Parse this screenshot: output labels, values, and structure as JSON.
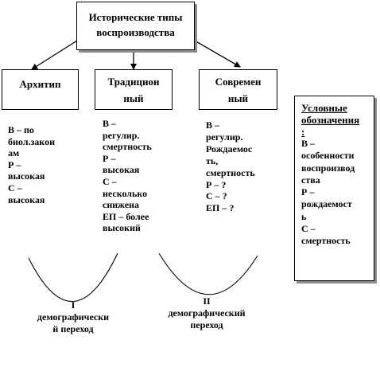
{
  "diagram": {
    "root": {
      "label": "Исторические типы\nвоспроизводства"
    },
    "types": [
      {
        "label": "Архитип",
        "details": "В – по\nбиол.закон\nам\nР –\nвысокая\nС –\nвысокая"
      },
      {
        "label": "Традицион\nный",
        "details": "В –\nрегулир.\nсмертность\nР –\nвысокая\nС –\nнесколько\nснижена\nЕП – более\nвысокий"
      },
      {
        "label": "Современ\nный",
        "details": "В –\nрегулир.\nРождаемос\nть,\nсмертность\nР – ?\nС – ?\nЕП – ?"
      }
    ],
    "legend": {
      "title": "Условные\nобозначения\n:",
      "body": "В –\nособенности\nвоспроизвод\nства\nР –\nрождаемост\nь\nС –\nсмертность"
    },
    "transitions": [
      {
        "label": "I\nдемографически\nй переход"
      },
      {
        "label": "II\nдемографический\nпереход"
      }
    ]
  }
}
